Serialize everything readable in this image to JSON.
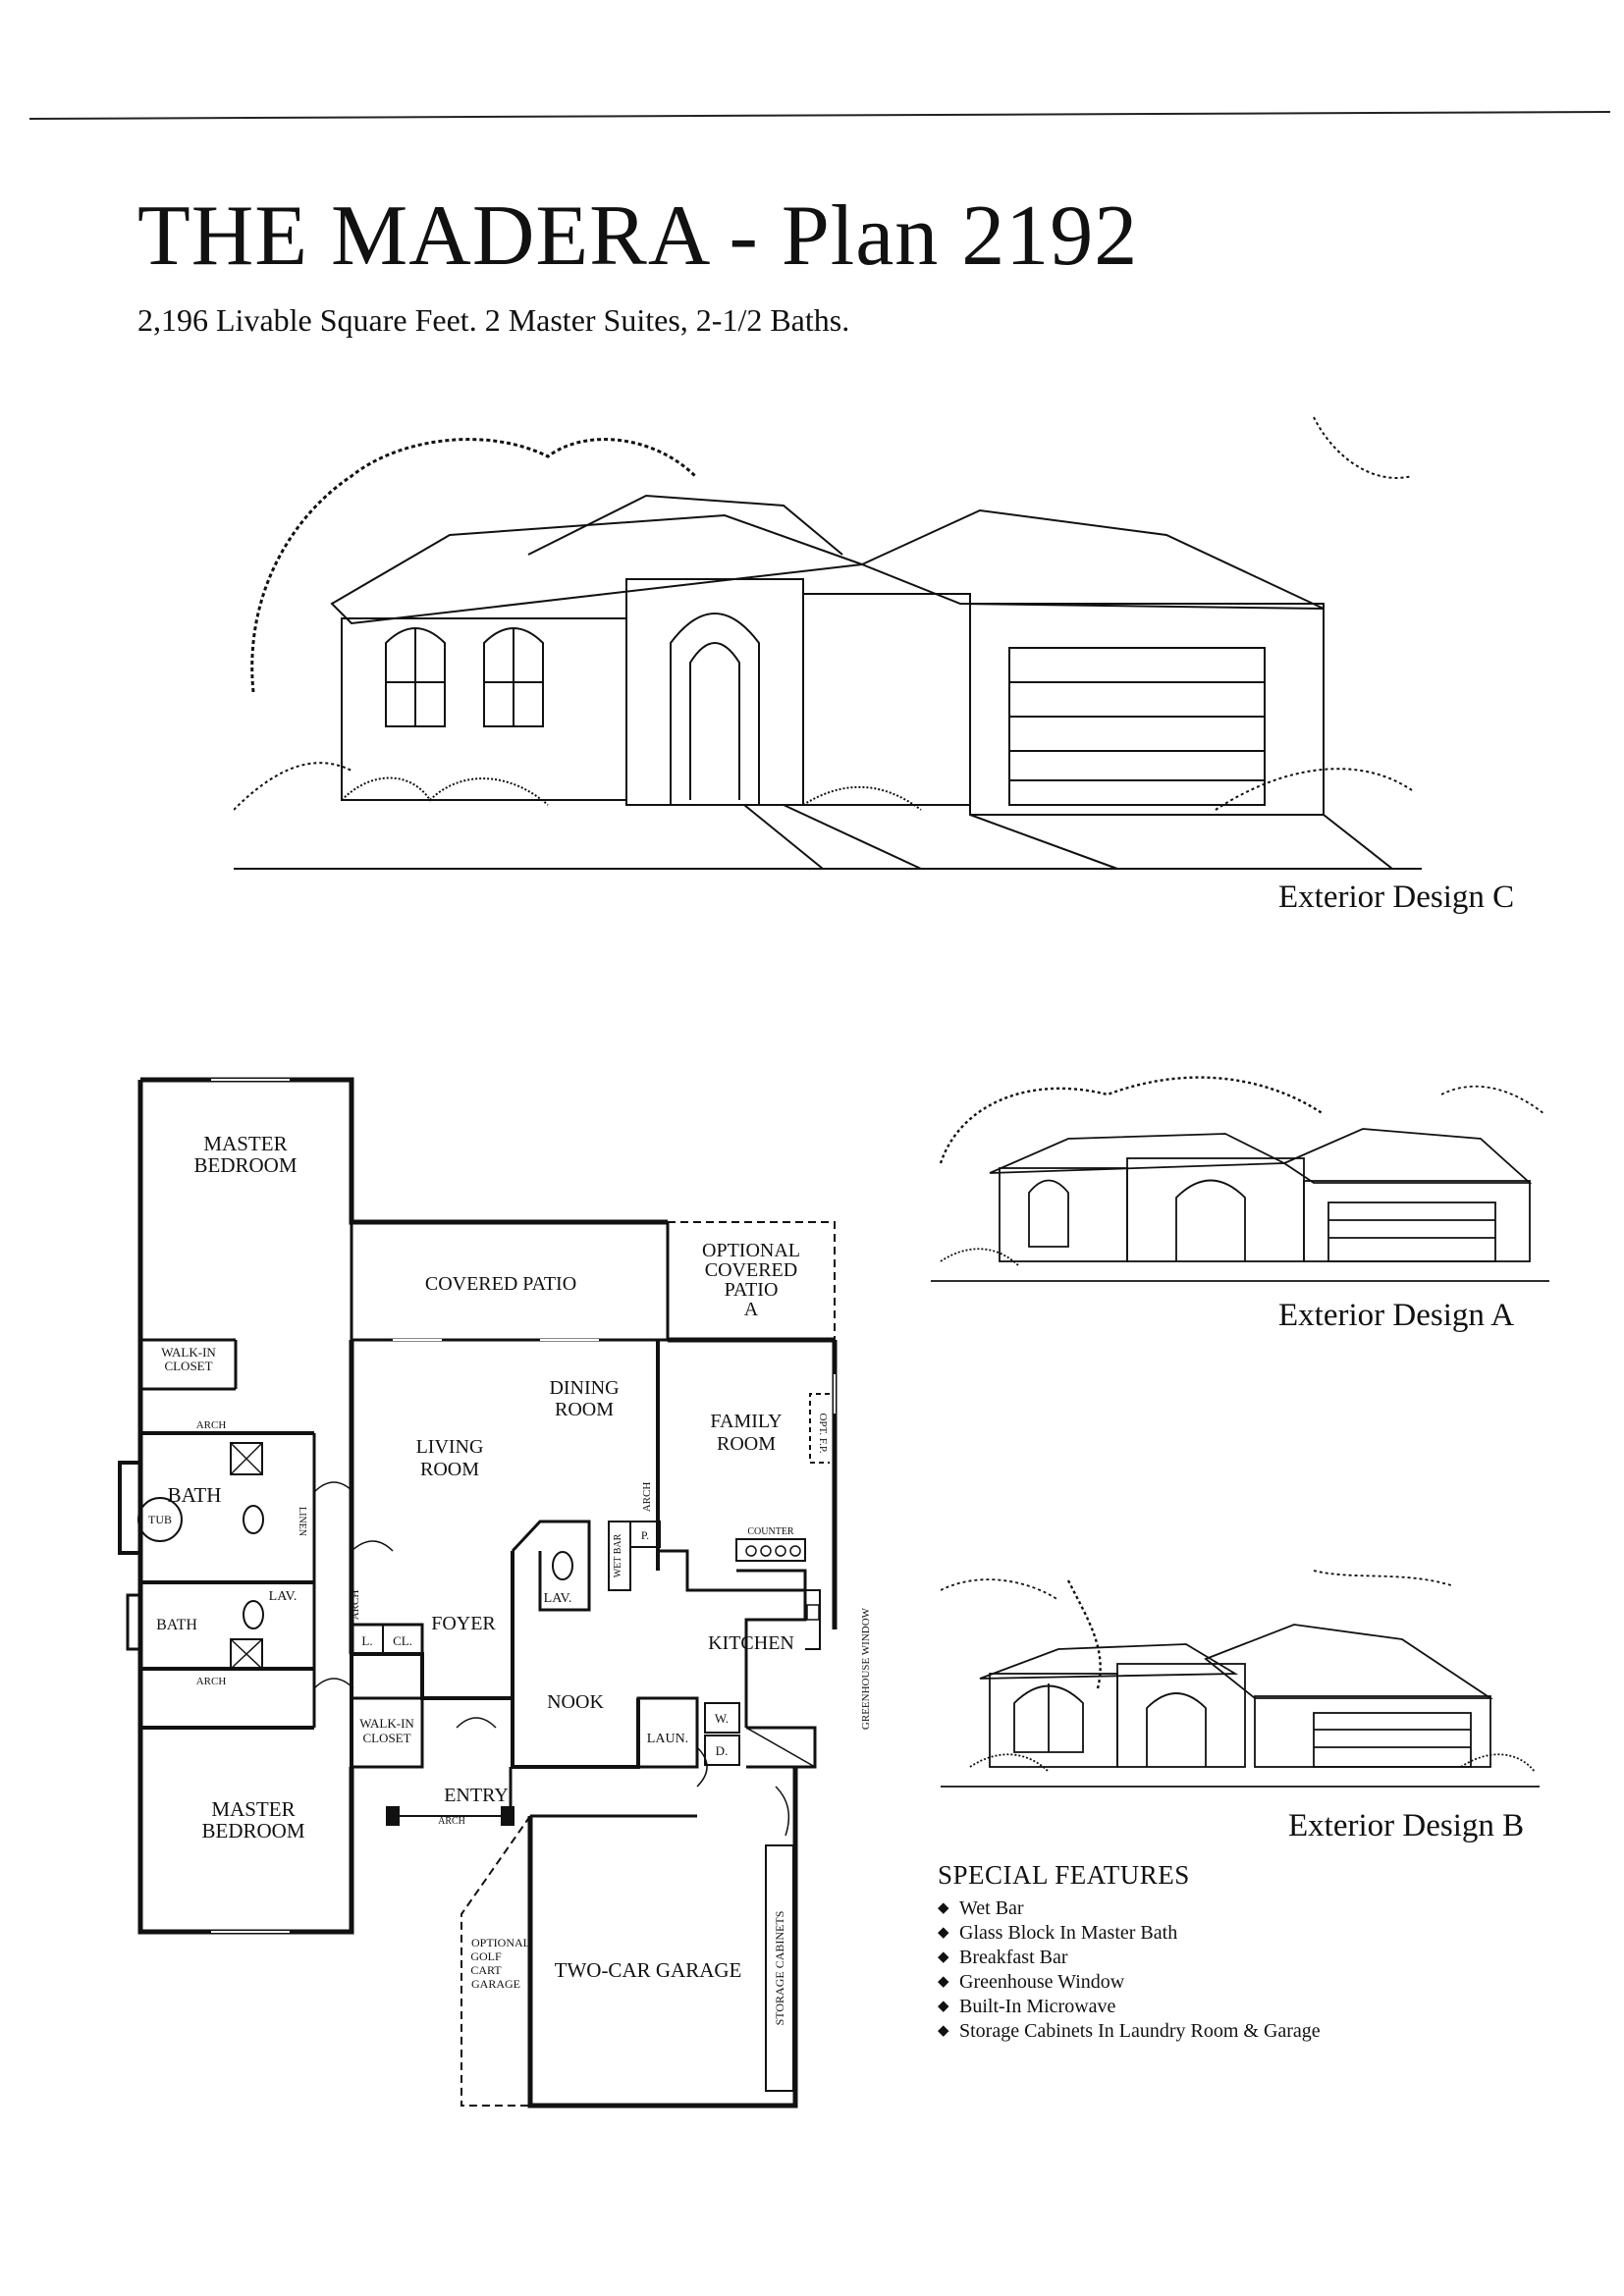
{
  "header": {
    "title": "THE MADERA - Plan 2192",
    "subtitle": "2,196 Livable Square Feet. 2 Master Suites, 2-1/2 Baths."
  },
  "exteriors": {
    "c_caption": "Exterior Design C",
    "a_caption": "Exterior Design A",
    "b_caption": "Exterior Design B"
  },
  "floor_plan": {
    "master_bedroom_top_1": "MASTER",
    "master_bedroom_top_2": "BEDROOM",
    "walk_in_closet_top_1": "WALK-IN",
    "walk_in_closet_top_2": "CLOSET",
    "arch_top": "ARCH",
    "bath_top": "BATH",
    "tub": "TUB",
    "linen": "LINEN",
    "bath_bottom": "BATH",
    "lav_left": "LAV.",
    "arch_bottom": "ARCH",
    "master_bedroom_bottom_1": "MASTER",
    "master_bedroom_bottom_2": "BEDROOM",
    "covered_patio": "COVERED PATIO",
    "optional_patio_1": "OPTIONAL",
    "optional_patio_2": "COVERED",
    "optional_patio_3": "PATIO",
    "optional_patio_4": "A",
    "dining_room_1": "DINING",
    "dining_room_2": "ROOM",
    "living_room_1": "LIVING",
    "living_room_2": "ROOM",
    "family_room_1": "FAMILY",
    "family_room_2": "ROOM",
    "opt_fp": "OPT. F.P.",
    "arch_dining": "ARCH",
    "arch_living": "ARCH",
    "wet_bar": "WET BAR",
    "pantry": "P.",
    "counter": "COUNTER",
    "foyer": "FOYER",
    "lav_center": "LAV.",
    "linen_closet": "L.",
    "coat_closet": "CL.",
    "kitchen": "KITCHEN",
    "nook": "NOOK",
    "laundry": "LAUN.",
    "washer": "W.",
    "dryer": "D.",
    "walk_in_closet_mid_1": "WALK-IN",
    "walk_in_closet_mid_2": "CLOSET",
    "greenhouse_window": "GREENHOUSE WINDOW",
    "entry": "ENTRY",
    "arch_entry": "ARCH",
    "golf_1": "OPTIONAL",
    "golf_2": "GOLF",
    "golf_3": "CART",
    "golf_4": "GARAGE",
    "garage": "TWO-CAR GARAGE",
    "storage": "STORAGE CABINETS"
  },
  "features": {
    "heading": "SPECIAL FEATURES",
    "items": [
      "Wet Bar",
      "Glass Block In Master Bath",
      "Breakfast Bar",
      "Greenhouse Window",
      "Built-In Microwave",
      "Storage Cabinets In Laundry Room & Garage"
    ]
  }
}
